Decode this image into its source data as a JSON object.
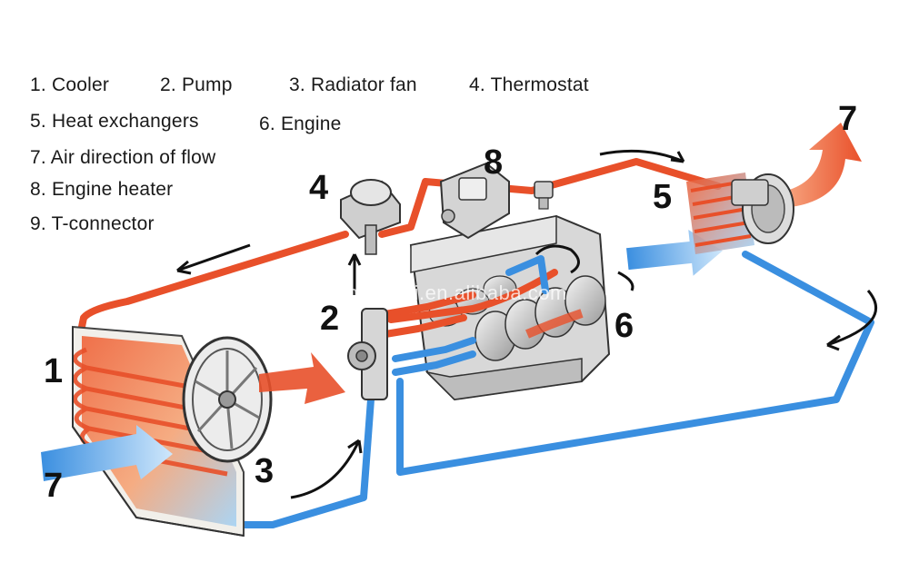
{
  "legend": {
    "item1": "1. Cooler",
    "item2": "2. Pump",
    "item3": "3. Radiator fan",
    "item4": "4. Thermostat",
    "item5": "5. Heat exchangers",
    "item6": "6. Engine",
    "item7": "7. Air direction of flow",
    "item8": "8. Engine heater",
    "item9": "9. T-connector"
  },
  "callouts": {
    "n1": "1",
    "n2": "2",
    "n3": "3",
    "n4": "4",
    "n5": "5",
    "n6": "6",
    "n7a": "7",
    "n7b": "7",
    "n8": "8"
  },
  "watermark": "chinasunsi.en.alibaba.com",
  "colors": {
    "hot": "#e8502a",
    "cold": "#3a8fe0",
    "part": "#c9c9c9"
  }
}
